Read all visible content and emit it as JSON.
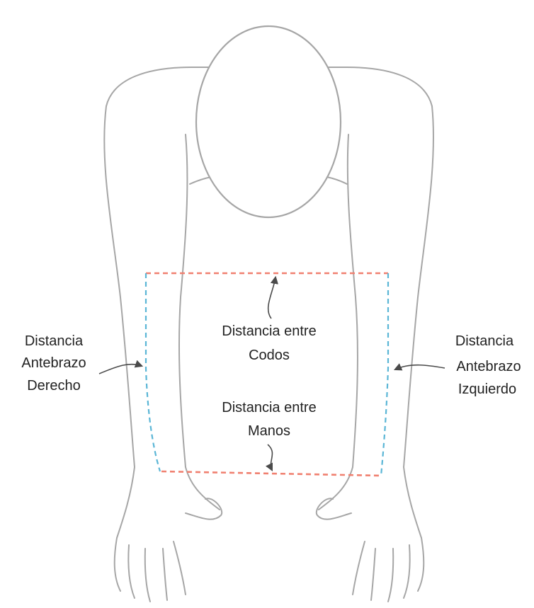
{
  "labels": {
    "right_forearm": [
      "Distancia",
      "Antebrazo",
      "Derecho"
    ],
    "left_forearm": [
      "Distancia",
      "Antebrazo",
      "Izquierdo"
    ],
    "elbows": [
      "Distancia entre",
      "Codos"
    ],
    "hands": [
      "Distancia entre",
      "Manos"
    ]
  },
  "colors": {
    "outline": "#a6a6a6",
    "elbow_hand_lines": "#f08070",
    "forearm_lines": "#5bb6d6",
    "arrows": "#4a4a4a",
    "text": "#222222"
  },
  "icons": {
    "figure": "person-arms-forward-outline",
    "arrows": "curved-arrow"
  }
}
